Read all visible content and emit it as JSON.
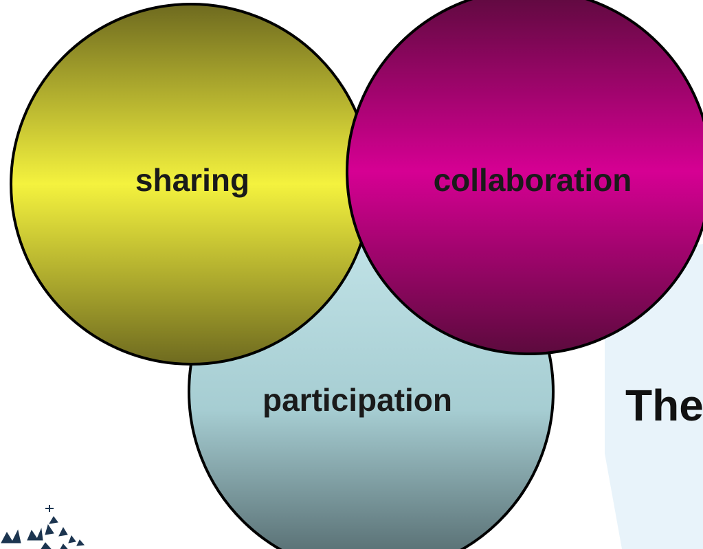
{
  "diagram": {
    "background_text": "The",
    "circles": [
      {
        "id": "participation",
        "label": "participation",
        "color_top": "#c5e6ea",
        "color_mid": "#a6cdd2",
        "color_bottom": "#4f6468"
      },
      {
        "id": "sharing",
        "label": "sharing",
        "color_top": "#6e6a1f",
        "color_mid": "#f4f23e",
        "color_bottom": "#6e6a1f"
      },
      {
        "id": "collaboration",
        "label": "collaboration",
        "color_top": "#5c0a3d",
        "color_mid": "#d60093",
        "color_bottom": "#5c0a3d"
      }
    ],
    "outline_color": "#000000",
    "panel_color": "#e8f3fa"
  }
}
